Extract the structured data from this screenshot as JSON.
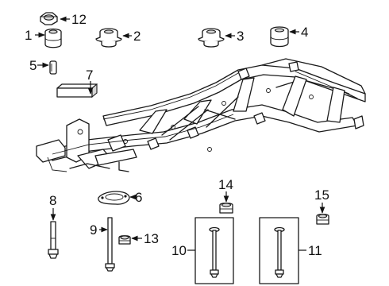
{
  "callouts": [
    {
      "id": "c1",
      "num": "1"
    },
    {
      "id": "c2",
      "num": "2"
    },
    {
      "id": "c3",
      "num": "3"
    },
    {
      "id": "c4",
      "num": "4"
    },
    {
      "id": "c5",
      "num": "5"
    },
    {
      "id": "c6",
      "num": "6"
    },
    {
      "id": "c7",
      "num": "7"
    },
    {
      "id": "c8",
      "num": "8"
    },
    {
      "id": "c9",
      "num": "9"
    },
    {
      "id": "c10",
      "num": "10"
    },
    {
      "id": "c11",
      "num": "11"
    },
    {
      "id": "c12",
      "num": "12"
    },
    {
      "id": "c13",
      "num": "13"
    },
    {
      "id": "c14",
      "num": "14"
    },
    {
      "id": "c15",
      "num": "15"
    }
  ],
  "colors": {
    "line": "#1a1a1a",
    "shade": "#d6d6d6",
    "background": "#ffffff"
  }
}
